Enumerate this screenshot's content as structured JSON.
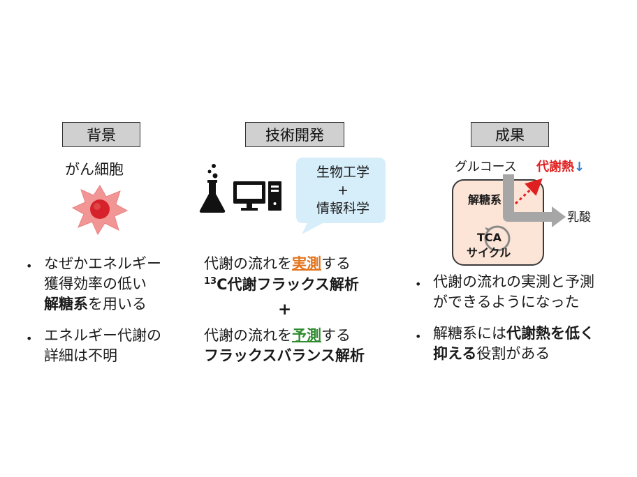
{
  "headers": {
    "background": "背景",
    "tech": "技術開発",
    "result": "成果"
  },
  "background": {
    "cell_label": "がん細胞",
    "bullet1": {
      "line1": "なぜかエネルギー",
      "line2": "獲得効率の低い",
      "line3_bold": "解糖系",
      "line3_rest": "を用いる"
    },
    "bullet2": {
      "line1": "エネルギー代謝の",
      "line2": "詳細は不明"
    }
  },
  "tech": {
    "bubble": {
      "line1": "生物工学",
      "plus": "+",
      "line2": "情報科学"
    },
    "item1": {
      "pre": "代謝の流れを",
      "highlight": "実測",
      "post": "する",
      "sup": "13",
      "method": "C代謝フラックス解析"
    },
    "plus": "+",
    "item2": {
      "pre": "代謝の流れを",
      "highlight": "予測",
      "post": "する",
      "method": "フラックスバランス解析"
    }
  },
  "result": {
    "diagram": {
      "glucose": "グルコース",
      "heat": "代謝熱",
      "arrow_down": "↓",
      "glycolysis": "解糖系",
      "lactate": "乳酸",
      "tca_line1": "TCA",
      "tca_line2": "サイクル"
    },
    "bullet1": {
      "line1": "代謝の流れの実測と予測",
      "line2": "ができるようになった"
    },
    "bullet2": {
      "line1_pre": "解糖系には",
      "line1_bold": "代謝熱を低く",
      "line2_bold": "抑える",
      "line2_rest": "役割がある"
    }
  },
  "bullet_symbol": "•",
  "colors": {
    "header_bg": "#d0d0d0",
    "bubble_bg": "#d6eefa",
    "cell_body": "#f29595",
    "cell_nucleus": "#d6222a",
    "highlight_orange": "#e3751f",
    "highlight_green": "#2e8b2e",
    "heat_red": "#e02020",
    "arrow_blue": "#2d7fd1",
    "box_fill": "#fce4d6"
  }
}
